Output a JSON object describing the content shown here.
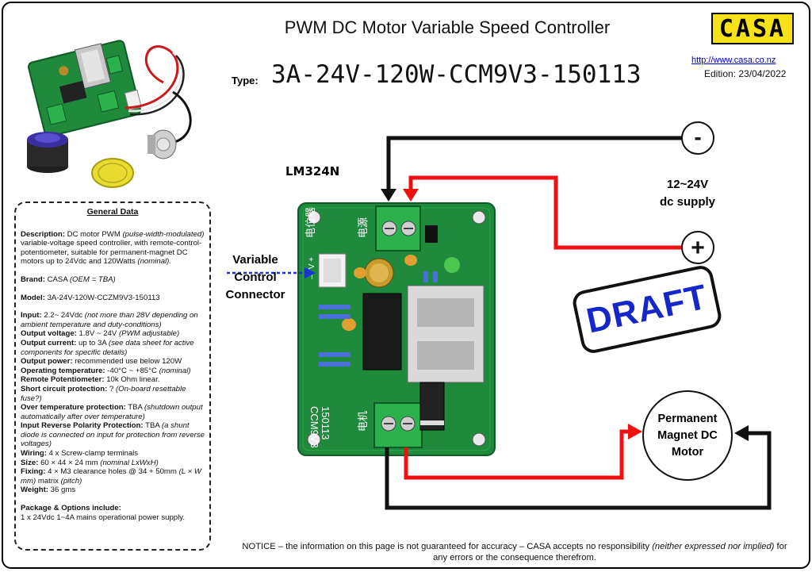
{
  "header": {
    "title": "PWM DC Motor Variable Speed Controller",
    "type_label": "Type:",
    "type_code": "3A-24V-120W-CCM9V3-150113",
    "logo_text": "CASA",
    "url": "http://www.casa.co.nz",
    "edition": "Edition: 23/04/2022"
  },
  "general_data": {
    "title": "General Data",
    "description_label": "Description:",
    "description_pre": " DC motor PWM ",
    "description_italic": "(pulse-width-modulated)",
    "description_post": " variable-voltage speed controller, with remote-control-potentiometer, suitable for permanent-magnet DC motors up to 24Vdc and 120Watts ",
    "description_italic2": "(nominal).",
    "brand_label": "Brand:",
    "brand_value": " CASA ",
    "brand_oem": "(OEM = TBA)",
    "model_label": "Model:",
    "model_value": " 3A-24V-120W-CCZM9V3-150113",
    "input_label": "Input:",
    "input_value": " 2.2~ 24Vdc ",
    "input_note": "(not more than 28V depending on ambient temperature and duty-conditions)",
    "output_voltage_label": "Output voltage:",
    "output_voltage_value": " 1.8V ~ 24V ",
    "output_voltage_note": "(PWM adjustable)",
    "output_current_label": "Output current:",
    "output_current_value": " up to 3A ",
    "output_current_note": "(see data sheet for active components for specific details)",
    "output_power_label": "Output power:",
    "output_power_value": " recommended use below 120W",
    "op_temp_label": "Operating temperature:",
    "op_temp_value": " -40°C ~ +85°C ",
    "op_temp_note": "(nominal)",
    "remote_pot_label": "Remote Potentiometer:",
    "remote_pot_value": " 10k Ohm linear.",
    "short_circuit_label": "Short circuit protection:",
    "short_circuit_value": " ? ",
    "short_circuit_note": "(On-board resettable fuse?)",
    "over_temp_label": "Over temperature protection:",
    "over_temp_value": " TBA ",
    "over_temp_note": "(shutdown output automatically after over temperature)",
    "reverse_label": "Input Reverse Polarity Protection:",
    "reverse_value": " TBA ",
    "reverse_note": "(a shunt diode is connected on input for protection from reverse voltages)",
    "wiring_label": "Wiring:",
    "wiring_value": " 4 x Screw-clamp terminals",
    "size_label": "Size:",
    "size_value": " 60 × 44 × 24 mm ",
    "size_note": "(nominal LxWxH)",
    "fixing_label": "Fixing:",
    "fixing_value": " 4 × M3 clearance holes @ 34 + 50mm ",
    "fixing_note": "(L × W mm)",
    "fixing_value2": " matrix ",
    "fixing_note2": "(pitch)",
    "weight_label": "Weight:",
    "weight_value": " 36 gms",
    "package_label": "Package & Options include:",
    "package_value": "1 x 24Vdc 1~4A mains operational power supply."
  },
  "diagram": {
    "lm324_label": "LM324N",
    "supply_line1": "12~24V",
    "supply_line2": "dc supply",
    "minus_symbol": "-",
    "plus_symbol": "+",
    "vcc_line1": "Variable",
    "vcc_line2": "Control",
    "vcc_line3": "Connector",
    "motor_line1": "Permanent",
    "motor_line2": "Magnet DC",
    "motor_line3": "Motor",
    "draft_stamp": "DRAFT",
    "board_text_model1": "CCM9V3",
    "board_text_model2": "150113",
    "board_pin_labels": "— V +",
    "board_cjk_pot": "电位器",
    "board_cjk_power": "电源",
    "board_cjk_motor": "电机",
    "colors": {
      "pcb_green": "#1f8a3c",
      "positive_wire": "#ee1111",
      "negative_wire": "#111111",
      "arrow_blue": "#1a34d6",
      "logo_yellow": "#f7e21a",
      "draft_blue": "#1527c9"
    }
  },
  "footer": {
    "notice_pre": "NOTICE – the information on this page is not guaranteed for accuracy – CASA accepts no responsibility ",
    "notice_italic": "(neither expressed nor implied)",
    "notice_post": " for any errors or the consequence therefrom."
  }
}
